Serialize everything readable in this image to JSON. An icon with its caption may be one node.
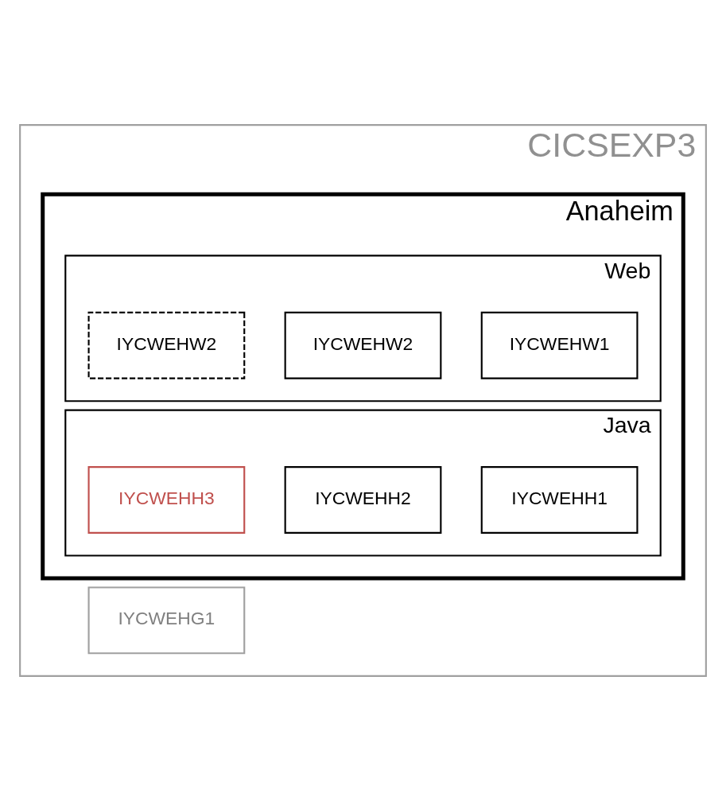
{
  "diagram": {
    "nodes": [
      {
        "text": [
          "CICSEXP3"
        ]
      },
      {
        "text": [
          "Anaheim"
        ],
        "in": 0
      },
      {
        "text": [
          "Web"
        ],
        "in": 1
      },
      {
        "text": [
          "IYCWEHW1"
        ],
        "in": 2
      },
      {
        "text": [
          "IYCWEHW2"
        ],
        "in": 2
      },
      {
        "text": [
          "IYCWEHW2"
        ],
        "in": 2
      },
      {
        "text": [
          "Java"
        ],
        "in": 1
      },
      {
        "text": [
          "IYCWEHH1"
        ],
        "in": 6
      },
      {
        "text": [
          "IYCWEHH2"
        ],
        "in": 6
      },
      {
        "text": [
          "IYCWEHH3"
        ],
        "in": 6
      },
      {
        "text": [
          "IYCWEHG1"
        ],
        "in": 0
      }
    ],
    "edges": []
  }
}
